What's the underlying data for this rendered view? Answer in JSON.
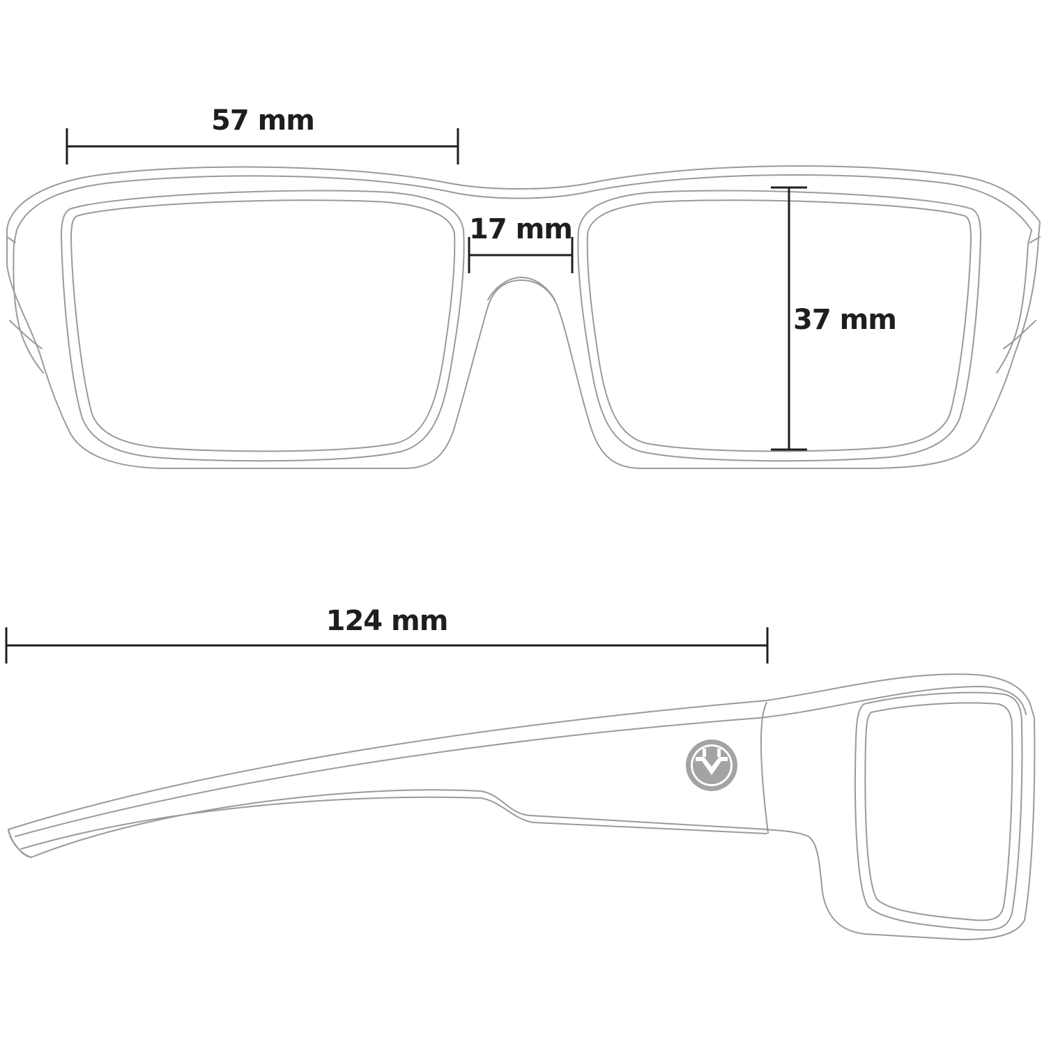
{
  "dimensions": {
    "lens_width": "57 mm",
    "bridge_width": "17 mm",
    "lens_height": "37 mm",
    "temple_length": "124 mm"
  },
  "colors": {
    "outline": "#9a9a9a",
    "dimension": "#1e1e1e",
    "logo": "#a3a3a3"
  },
  "icons": {
    "logo": "brand-logo-icon"
  }
}
